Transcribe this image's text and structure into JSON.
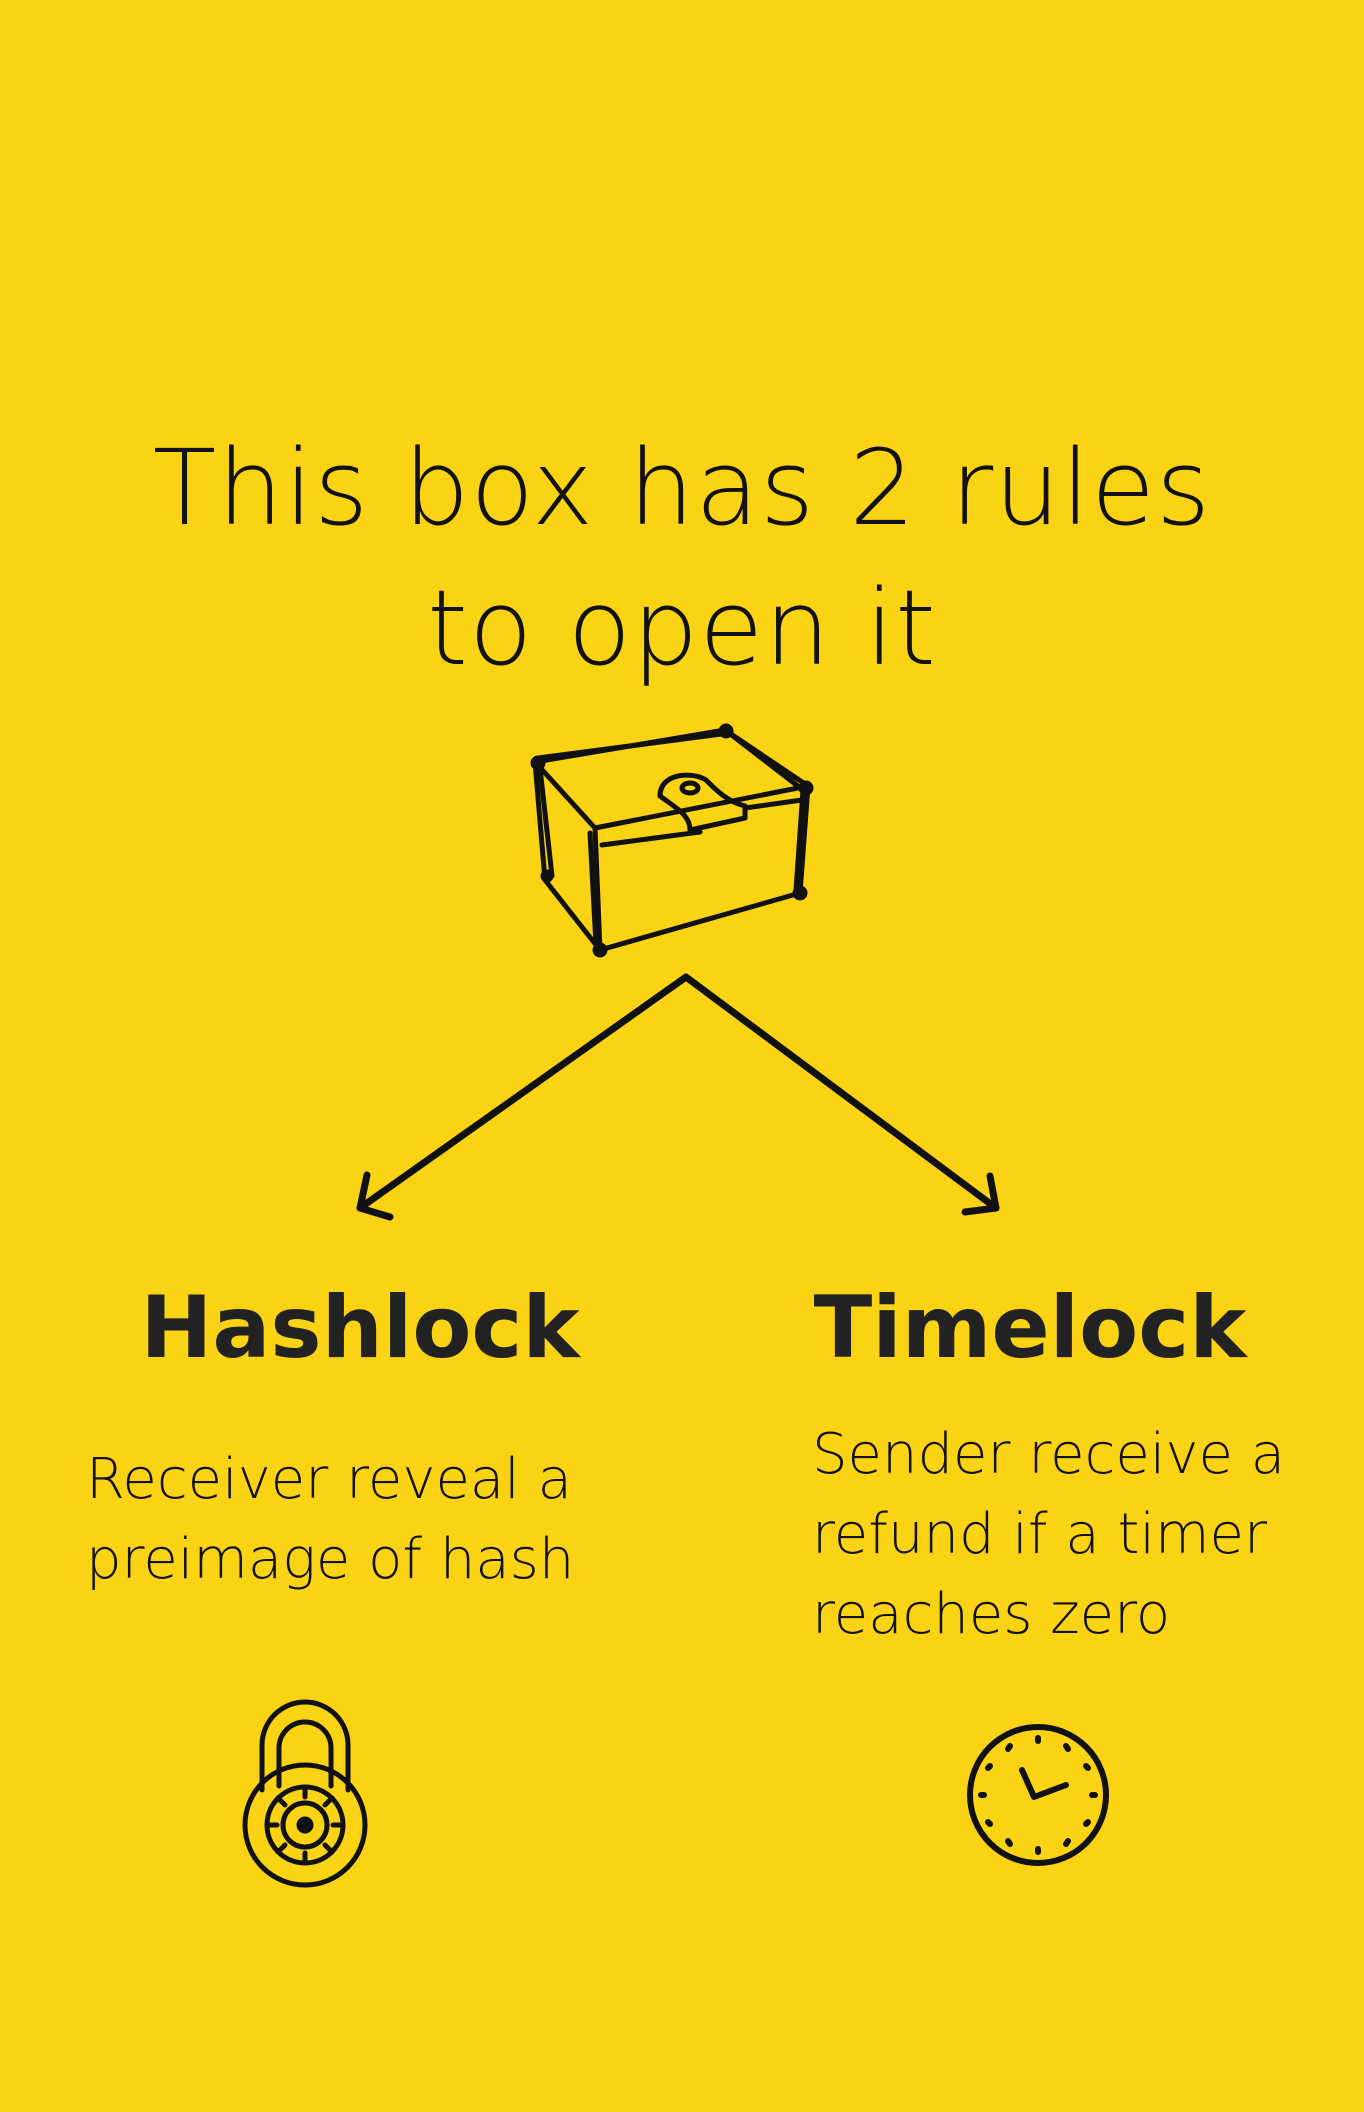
{
  "title": {
    "line1": "This box has 2 rules",
    "line2": "to open it"
  },
  "branches": [
    {
      "heading": "Hashlock",
      "description_lines": [
        "Receiver reveal a",
        "preimage of hash"
      ],
      "icon": "combination-padlock-icon"
    },
    {
      "heading": "Timelock",
      "description_lines": [
        "Sender receive a",
        "refund if a timer",
        "reaches zero"
      ],
      "icon": "clock-icon"
    }
  ],
  "colors": {
    "background": "#f9d314",
    "ink": "#111111"
  }
}
